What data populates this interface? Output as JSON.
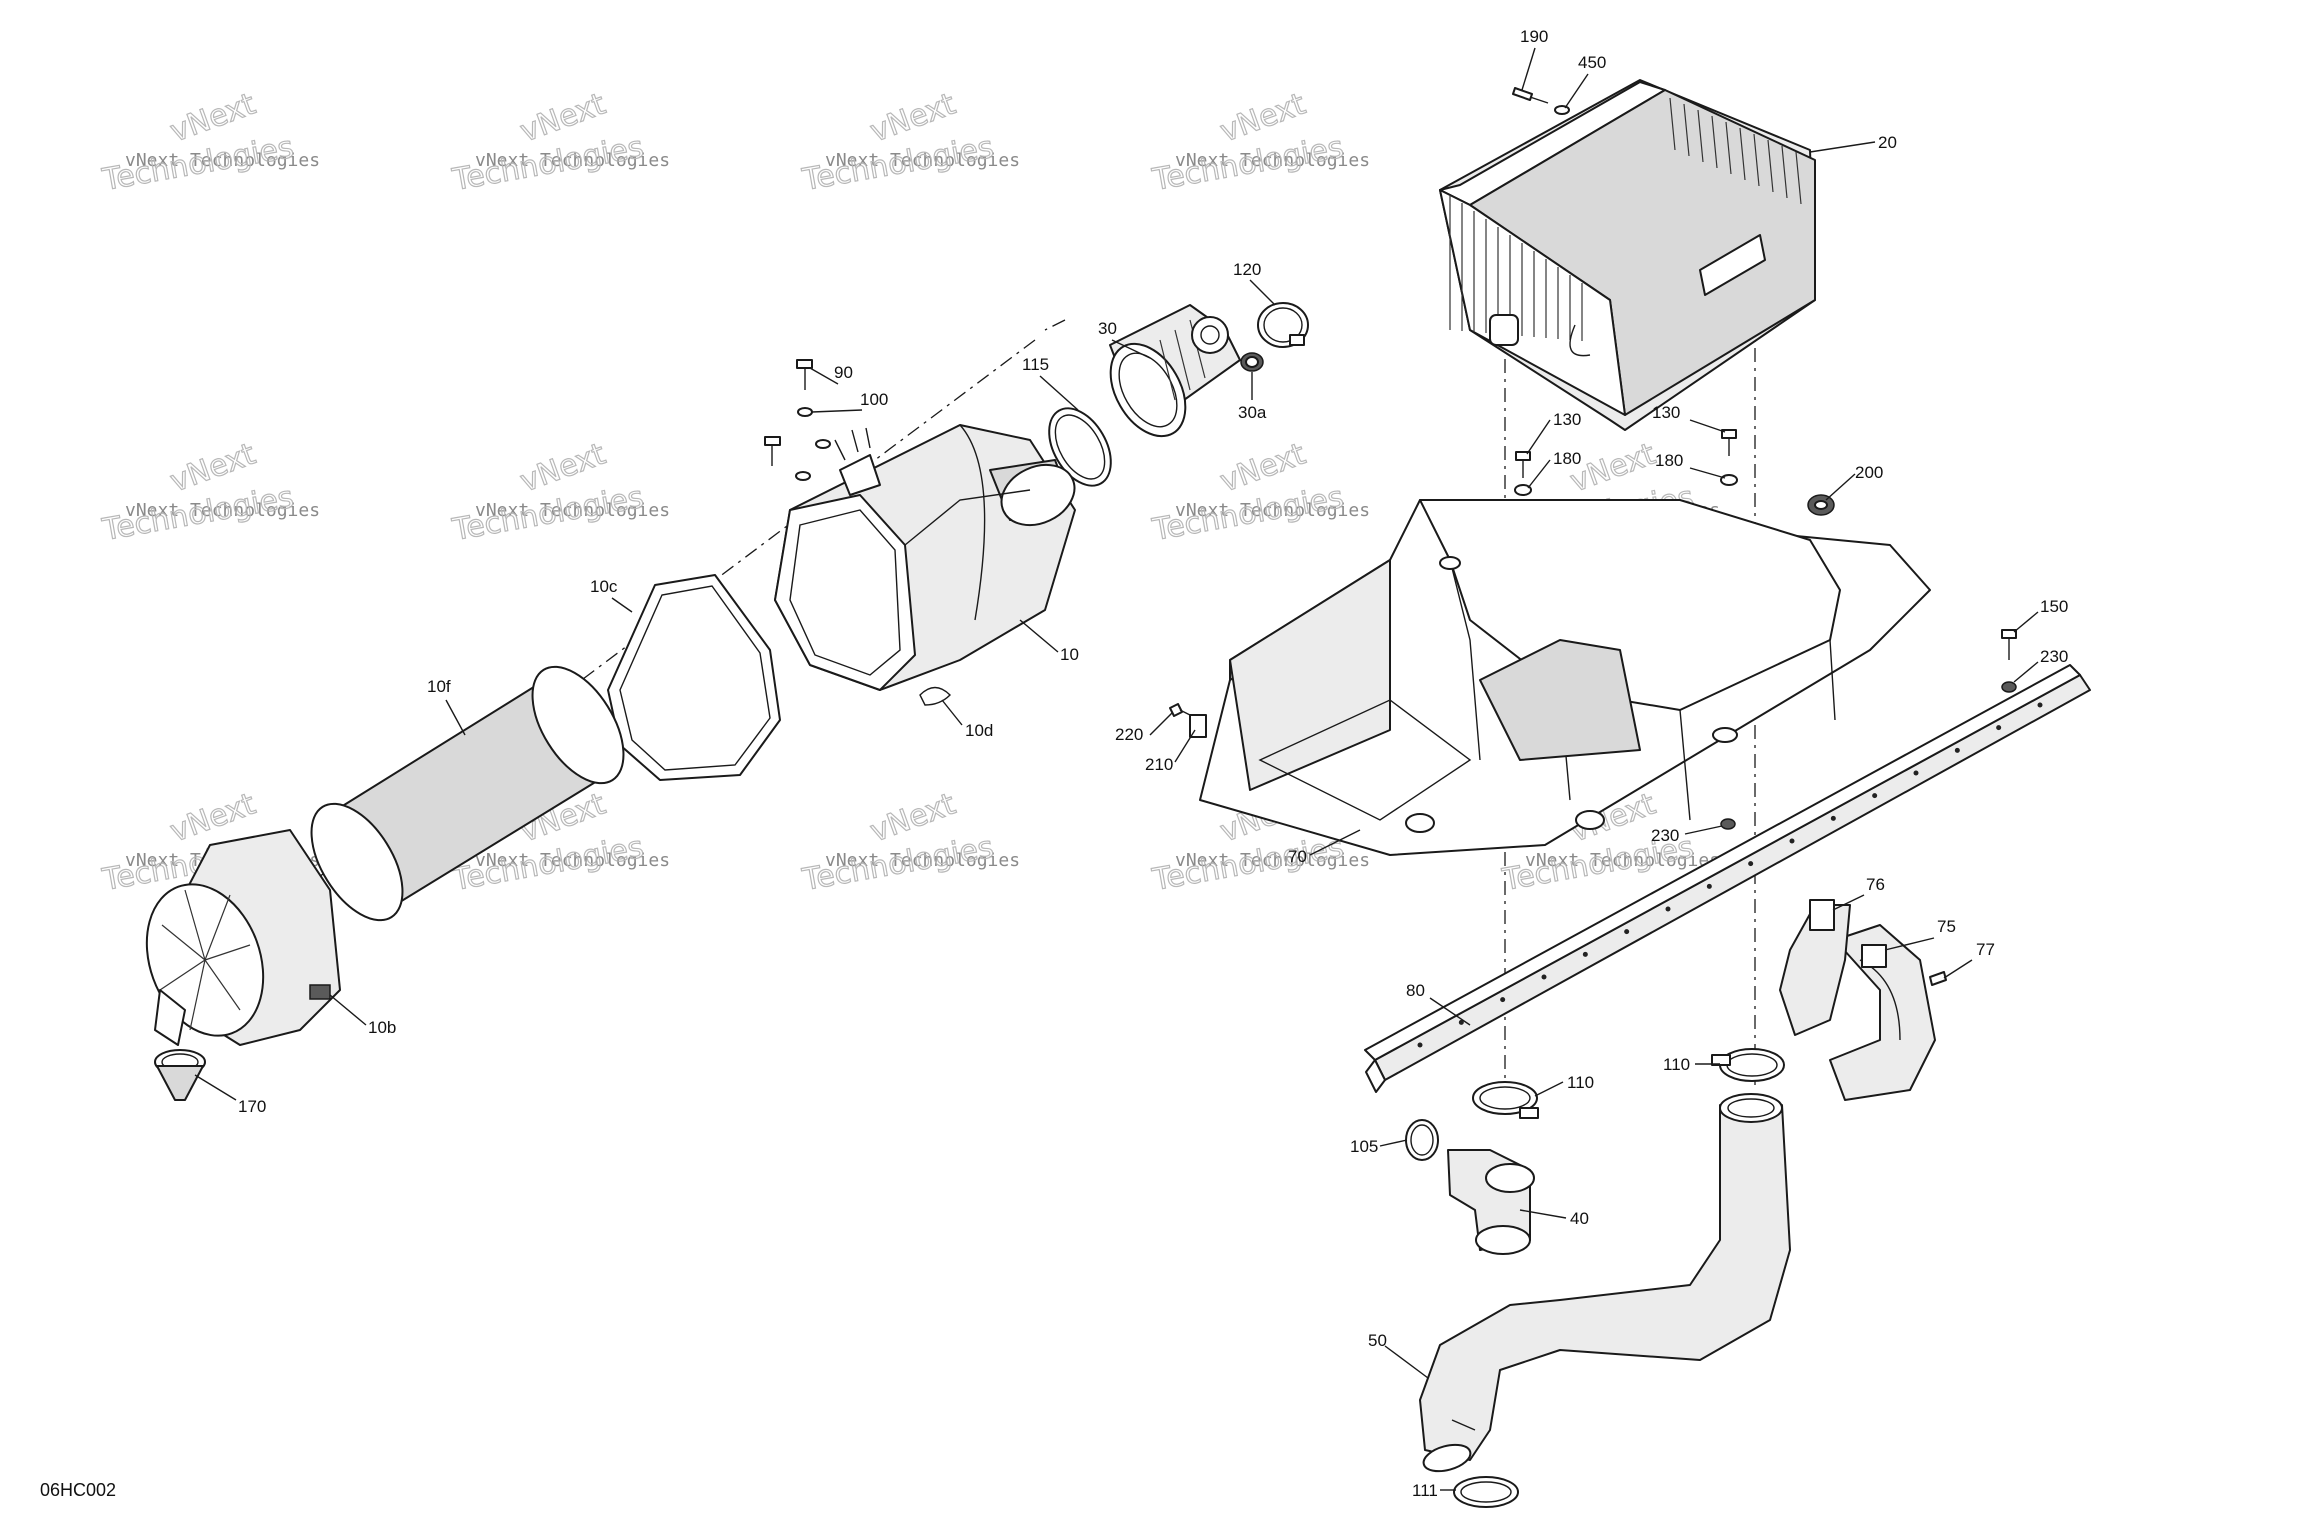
{
  "diagram_code": "06HC002",
  "watermark": {
    "line1": "vNext Technologies",
    "line2": "Technologies",
    "line3": "vNext"
  },
  "callouts": [
    {
      "id": "190",
      "text": "190"
    },
    {
      "id": "450",
      "text": "450"
    },
    {
      "id": "20",
      "text": "20"
    },
    {
      "id": "120",
      "text": "120"
    },
    {
      "id": "30",
      "text": "30"
    },
    {
      "id": "30a",
      "text": "30a"
    },
    {
      "id": "115",
      "text": "115"
    },
    {
      "id": "90",
      "text": "90"
    },
    {
      "id": "100",
      "text": "100"
    },
    {
      "id": "130a",
      "text": "130"
    },
    {
      "id": "180a",
      "text": "180"
    },
    {
      "id": "130b",
      "text": "130"
    },
    {
      "id": "180b",
      "text": "180"
    },
    {
      "id": "200",
      "text": "200"
    },
    {
      "id": "10c",
      "text": "10c"
    },
    {
      "id": "10",
      "text": "10"
    },
    {
      "id": "10d",
      "text": "10d"
    },
    {
      "id": "10f",
      "text": "10f"
    },
    {
      "id": "150",
      "text": "150"
    },
    {
      "id": "230a",
      "text": "230"
    },
    {
      "id": "220",
      "text": "220"
    },
    {
      "id": "210",
      "text": "210"
    },
    {
      "id": "70",
      "text": "70"
    },
    {
      "id": "230b",
      "text": "230"
    },
    {
      "id": "10b",
      "text": "10b"
    },
    {
      "id": "170",
      "text": "170"
    },
    {
      "id": "76",
      "text": "76"
    },
    {
      "id": "75",
      "text": "75"
    },
    {
      "id": "77",
      "text": "77"
    },
    {
      "id": "80",
      "text": "80"
    },
    {
      "id": "110a",
      "text": "110"
    },
    {
      "id": "110b",
      "text": "110"
    },
    {
      "id": "105",
      "text": "105"
    },
    {
      "id": "40",
      "text": "40"
    },
    {
      "id": "50",
      "text": "50"
    },
    {
      "id": "111",
      "text": "111"
    }
  ]
}
